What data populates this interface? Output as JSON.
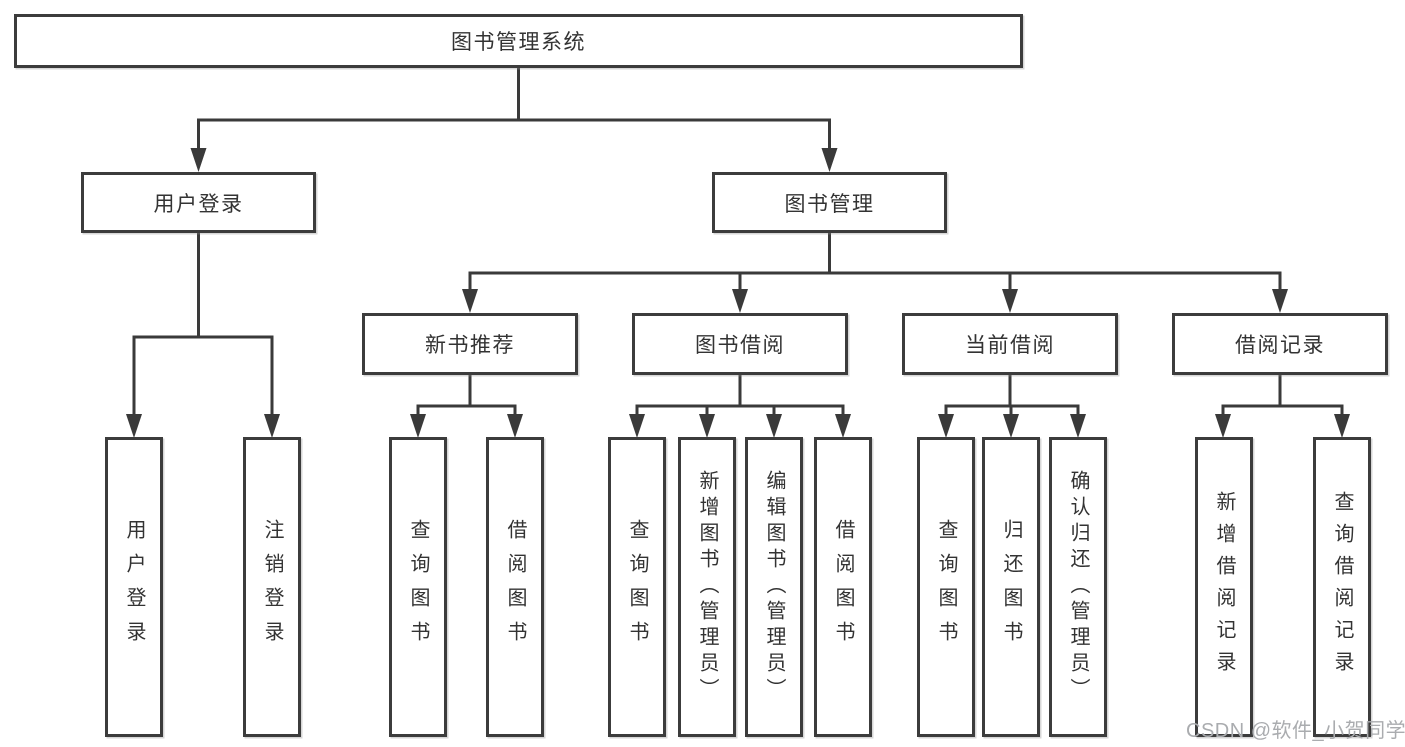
{
  "diagram": {
    "root": {
      "label": "图书管理系统"
    },
    "level2": [
      {
        "id": "user-login",
        "label": "用户登录"
      },
      {
        "id": "book-management",
        "label": "图书管理"
      }
    ],
    "level3": [
      {
        "id": "new-book-recommend",
        "label": "新书推荐"
      },
      {
        "id": "book-borrow",
        "label": "图书借阅"
      },
      {
        "id": "current-borrow",
        "label": "当前借阅"
      },
      {
        "id": "borrow-records",
        "label": "借阅记录"
      }
    ],
    "leaves": [
      {
        "id": "user-login-leaf",
        "parent": "user-login",
        "label": "用户登录"
      },
      {
        "id": "logout-leaf",
        "parent": "user-login",
        "label": "注销登录"
      },
      {
        "id": "query-books-recommend",
        "parent": "new-book-recommend",
        "label": "查询图书"
      },
      {
        "id": "borrow-books-recommend",
        "parent": "new-book-recommend",
        "label": "借阅图书"
      },
      {
        "id": "query-books-borrow",
        "parent": "book-borrow",
        "label": "查询图书"
      },
      {
        "id": "add-books-admin",
        "parent": "book-borrow",
        "label": "新增图书（管理员）"
      },
      {
        "id": "edit-books-admin",
        "parent": "book-borrow",
        "label": "编辑图书（管理员）"
      },
      {
        "id": "borrow-books-borrow",
        "parent": "book-borrow",
        "label": "借阅图书"
      },
      {
        "id": "query-books-current",
        "parent": "current-borrow",
        "label": "查询图书"
      },
      {
        "id": "return-books",
        "parent": "current-borrow",
        "label": "归还图书"
      },
      {
        "id": "confirm-return-admin",
        "parent": "current-borrow",
        "label": "确认归还（管理员）"
      },
      {
        "id": "add-borrow-record",
        "parent": "borrow-records",
        "label": "新增借阅记录"
      },
      {
        "id": "query-borrow-record",
        "parent": "borrow-records",
        "label": "查询借阅记录"
      }
    ]
  },
  "watermark": {
    "text": "CSDN @软件_小贺同学"
  },
  "colors": {
    "line": "#3a3a3a",
    "border": "#3c3c3c",
    "text": "#333333",
    "watermark": "#aaacaf",
    "background": "#ffffff"
  }
}
